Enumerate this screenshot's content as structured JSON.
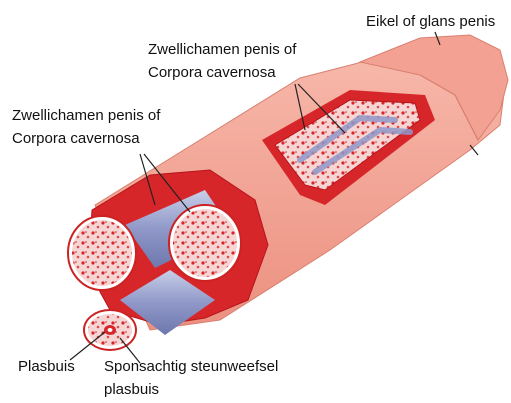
{
  "labels": {
    "glans": "Eikel of glans penis",
    "corpora_top_line1": "Zwellichamen penis of",
    "corpora_top_line2": "Corpora cavernosa",
    "corpora_left_line1": "Zwellichamen penis of",
    "corpora_left_line2": "Corpora cavernosa",
    "urethra": "Plasbuis",
    "spongy_line1": "Sponsachtig steunweefsel",
    "spongy_line2": "plasbuis"
  },
  "colors": {
    "skin": "#f4a89a",
    "skin_shadow": "#e88a7c",
    "tissue_red": "#d7262a",
    "tissue_dark": "#b5151b",
    "tube_blue": "#8f98c8",
    "tube_blue_light": "#c9cfe8",
    "cross_section": "#f6d5d5",
    "line": "#222222"
  }
}
